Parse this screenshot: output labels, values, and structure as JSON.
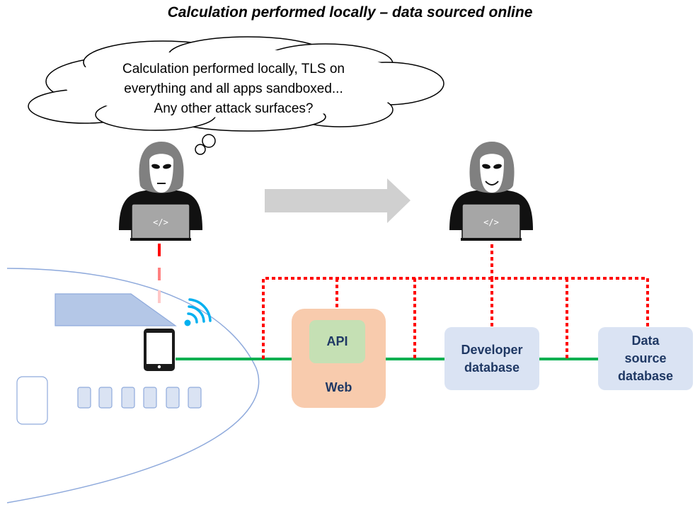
{
  "title": "Calculation performed locally – data sourced online",
  "thought": {
    "lines": [
      "Calculation performed locally, TLS on",
      "everything and all apps sandboxed...",
      "Any other attack surfaces?"
    ]
  },
  "hackers": [
    {
      "id": "hacker-thinking",
      "laptop_code": "</>"
    },
    {
      "id": "hacker-smiling",
      "laptop_code": "</>"
    }
  ],
  "nodes": {
    "api": "API",
    "web": "Web",
    "developer_db": {
      "lines": [
        "Developer",
        "database"
      ]
    },
    "data_source_db": {
      "lines": [
        "Data",
        "source",
        "database"
      ]
    }
  },
  "colors": {
    "secure_link": "#00b050",
    "attack_path": "#ff0000",
    "web_box": "#f8cbad",
    "api_box": "#c5e0b4",
    "db_box": "#dae3f3",
    "label_text": "#1f3864",
    "wifi": "#00b0f0",
    "arrow": "#d0d0d0"
  }
}
